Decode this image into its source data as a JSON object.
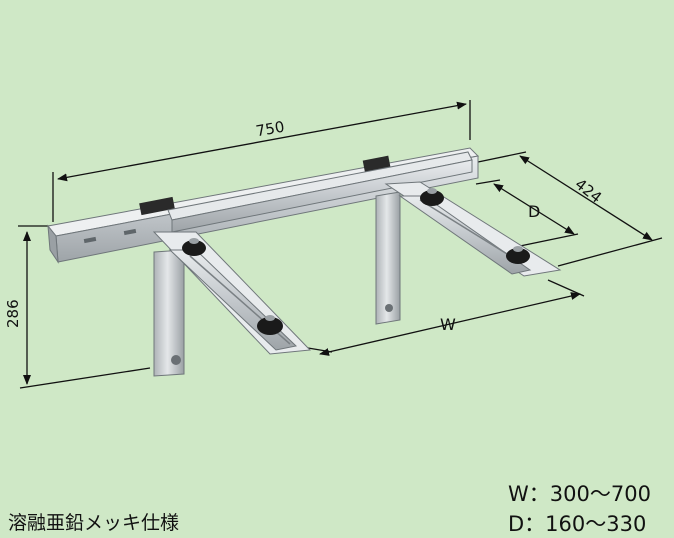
{
  "dimensions": {
    "width_label": "750",
    "height_label": "286",
    "depth_label": "424",
    "w_label": "W",
    "d_label": "D"
  },
  "caption": "溶融亜鉛メッキ仕様",
  "specs": {
    "w": "W：300〜700",
    "d": "D：160〜330"
  },
  "colors": {
    "background": "#cfe8c6",
    "steel": "#c9cdd0",
    "rubber": "#1a1a1a"
  }
}
